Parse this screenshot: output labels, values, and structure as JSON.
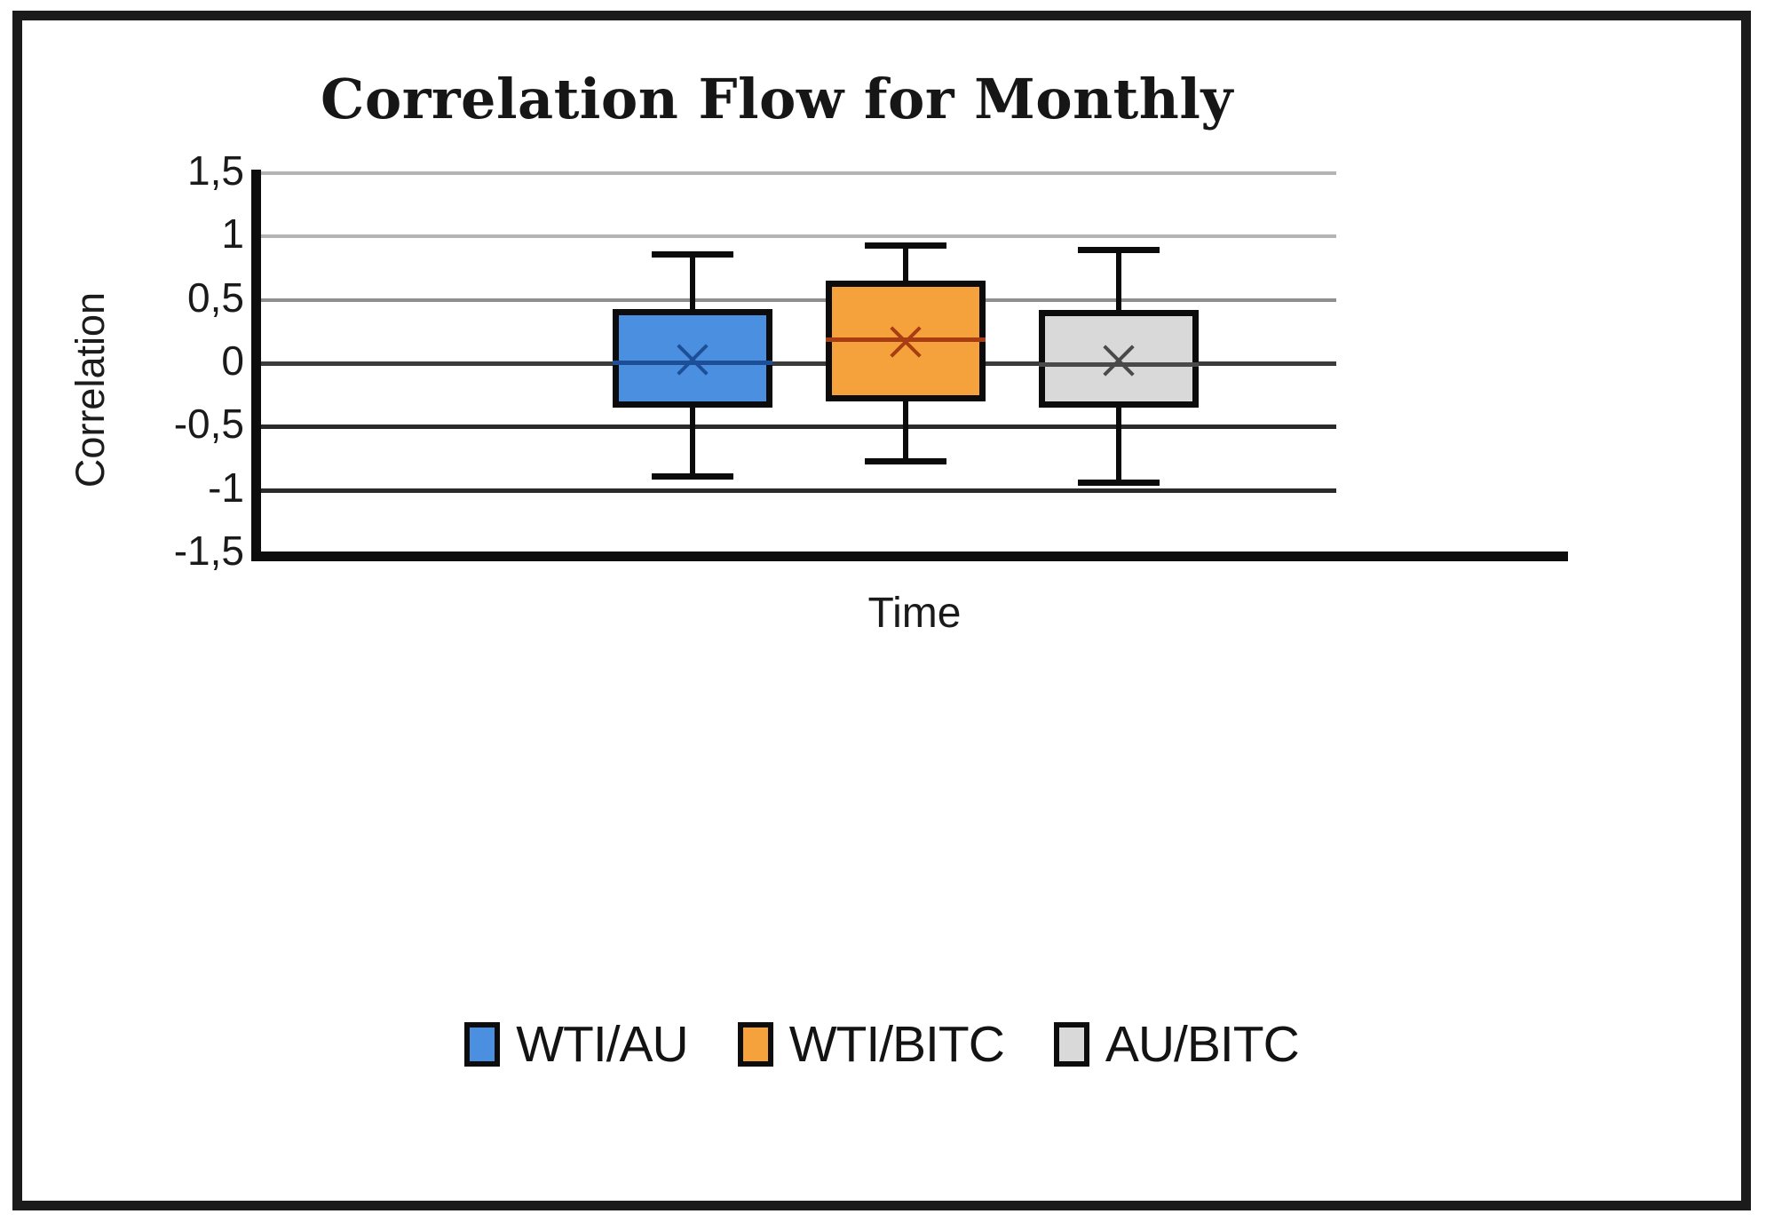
{
  "figure": {
    "title": "Correlation Flow for Monthly",
    "frame_color": "#1b1b1b",
    "background": "#ffffff"
  },
  "axes": {
    "y_title": "Correlation",
    "x_title": "Time",
    "y_ticks": [
      "1,5",
      "1",
      "0,5",
      "0",
      "-0,5",
      "-1",
      "-1,5"
    ],
    "y_tick_values": [
      1.5,
      1.0,
      0.5,
      0.0,
      -0.5,
      -1.0,
      -1.5
    ],
    "ylim": [
      -1.5,
      1.5
    ],
    "grid": "horizontal",
    "zero_line_color": "#3c3c3c",
    "axis_color": "#0d0d0d"
  },
  "legend": {
    "position": "bottom-center",
    "items": [
      {
        "label": "WTI/AU",
        "color": "#4a8fe0",
        "border": "#0d0d0d"
      },
      {
        "label": "WTI/BITC",
        "color": "#f6a23c",
        "border": "#0d0d0d"
      },
      {
        "label": "AU/BITC",
        "color": "#d9d9d9",
        "border": "#0d0d0d"
      }
    ]
  },
  "chart_data": {
    "type": "box",
    "title": "Correlation Flow for Monthly",
    "xlabel": "Time",
    "ylabel": "Correlation",
    "ylim": [
      -1.5,
      1.5
    ],
    "yticks": [
      1.5,
      1.0,
      0.5,
      0.0,
      -0.5,
      -1.0,
      -1.5
    ],
    "ytick_labels": [
      "1,5",
      "1",
      "0,5",
      "0",
      "-0,5",
      "-1",
      "-1,5"
    ],
    "categories": [
      "WTI/AU",
      "WTI/BITC",
      "AU/BITC"
    ],
    "series": [
      {
        "name": "WTI/AU",
        "color": "#4a8fe0",
        "median_color": "#1c4f96",
        "whisker_high": 0.88,
        "q3": 0.43,
        "median": 0.02,
        "q1": -0.35,
        "whisker_low": -0.92,
        "mean": 0.03
      },
      {
        "name": "WTI/BITC",
        "color": "#f6a23c",
        "median_color": "#a83c12",
        "whisker_high": 0.95,
        "q3": 0.65,
        "median": 0.2,
        "q1": -0.3,
        "whisker_low": -0.8,
        "mean": 0.17
      },
      {
        "name": "AU/BITC",
        "color": "#d9d9d9",
        "median_color": "#4a4a4a",
        "whisker_high": 0.92,
        "q3": 0.42,
        "median": 0.01,
        "q1": -0.35,
        "whisker_low": -0.97,
        "mean": 0.02
      }
    ]
  }
}
